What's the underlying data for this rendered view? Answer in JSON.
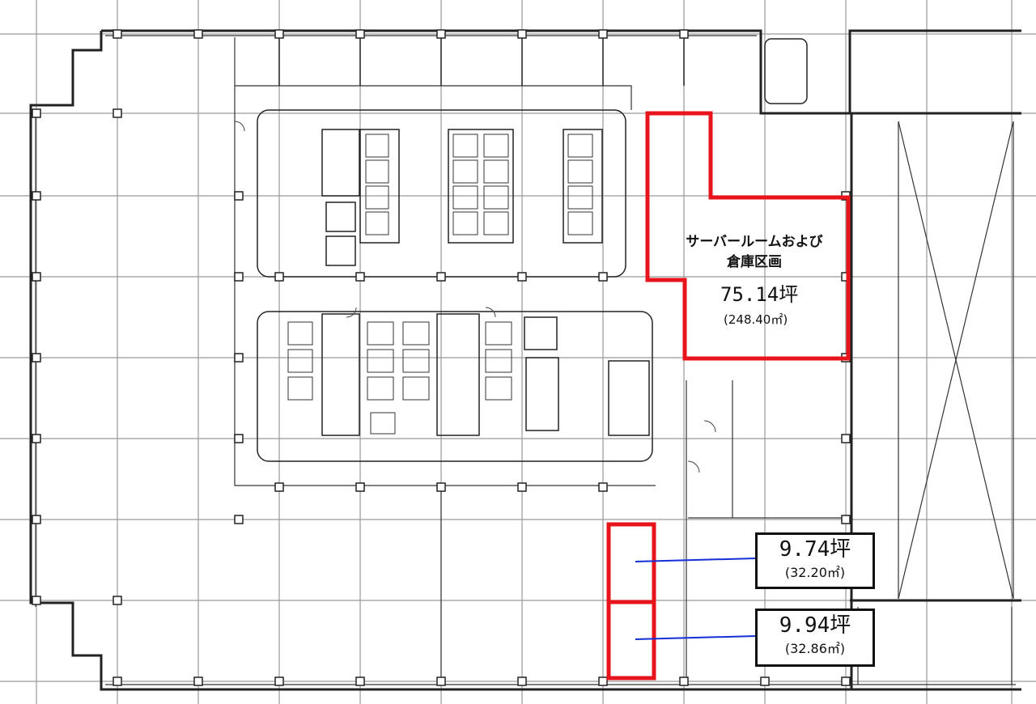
{
  "plan": {
    "server_room": {
      "title_line1": "サーバールームおよび",
      "title_line2": "倉庫区画",
      "area_tsubo": "75.14坪",
      "area_sqm": "(248.40㎡)"
    },
    "unit_a": {
      "area_tsubo": "9.74坪",
      "area_sqm": "(32.20㎡)"
    },
    "unit_b": {
      "area_tsubo": "9.94坪",
      "area_sqm": "(32.86㎡)"
    },
    "colors": {
      "highlight": "#e8141c",
      "leader": "#1530d6",
      "walls": "#222222",
      "grid": "#8a8a8a"
    }
  }
}
